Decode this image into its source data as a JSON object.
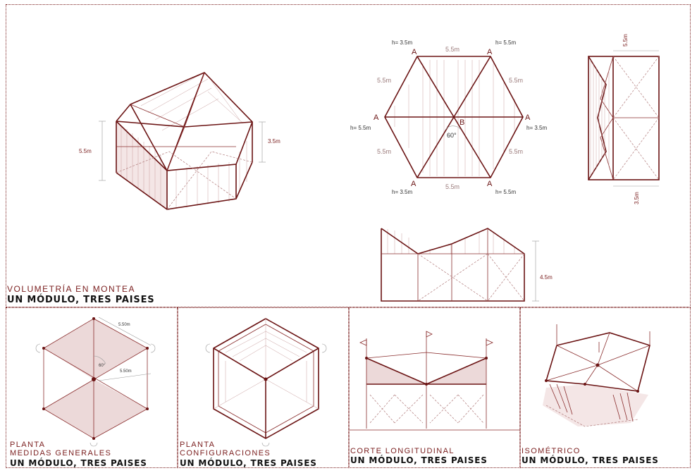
{
  "top_panel": {
    "title": "VOLUMETRÍA EN MONTEA",
    "subtitle": "UN MÓDULO, TRES PAISES",
    "iso_dims": {
      "left_height": "5.5m",
      "right_height": "3.5m"
    },
    "plan": {
      "vertex_A": "A",
      "center_B": "B",
      "angle": "60°",
      "side": "5.5m",
      "h_values": {
        "top_left": "h= 3.5m",
        "top_right": "h= 5.5m",
        "left": "h= 5.5m",
        "right": "h= 3.5m",
        "bottom_left": "h= 3.5m",
        "bottom_right": "h= 5.5m"
      }
    },
    "side_elevation": {
      "top_dim": "5.5m",
      "bottom_dim": "3.5m"
    },
    "front_elevation": {
      "height_dim": "4.5m"
    }
  },
  "bottom_panels": [
    {
      "line1": "PLANTA",
      "line2": "MEDIDAS GENERALES",
      "subtitle": "UN MÓDULO, TRES PAISES",
      "dims": {
        "d1": "5.50m",
        "d2": "5.50m",
        "angle": "60°"
      }
    },
    {
      "line1": "PLANTA",
      "line2": "CONFIGURACIONES",
      "subtitle": "UN MÓDULO, TRES PAISES"
    },
    {
      "line1": "CORTE LONGITUDINAL",
      "subtitle": "UN MÓDULO, TRES PAISES"
    },
    {
      "line1": "ISOMÉTRICO",
      "subtitle": "UN MÓDULO, TRES PAISES"
    }
  ],
  "colors": {
    "line": "#6b1414",
    "fill": "#ecd9d9",
    "hatch": "#c9a0a0"
  }
}
